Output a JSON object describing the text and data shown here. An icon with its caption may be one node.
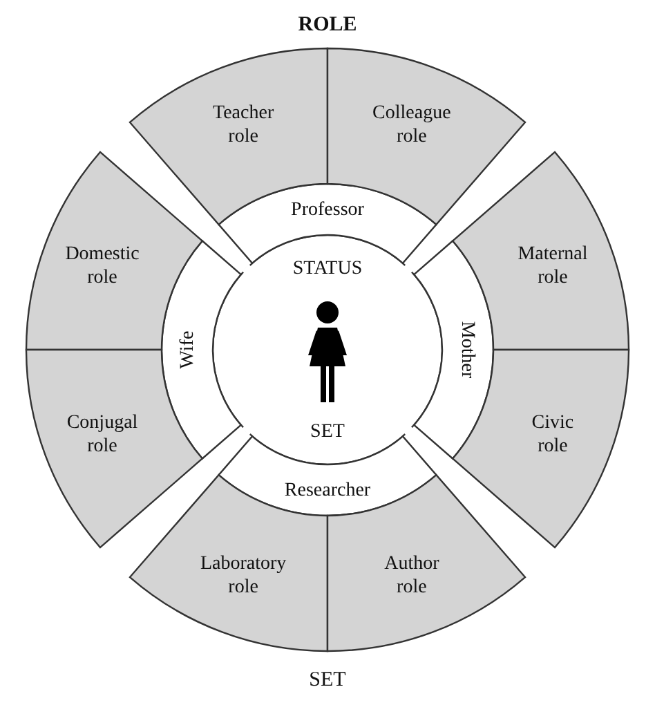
{
  "diagram": {
    "nodes": [
      {
        "text": [
          "STATUS",
          "SET"
        ]
      },
      {
        "text": [],
        "shape": "person",
        "in": 0
      },
      {
        "text": [
          "Professor"
        ]
      },
      {
        "text": [
          "Wife"
        ]
      },
      {
        "text": [
          "Mother"
        ]
      },
      {
        "text": [
          "Researcher"
        ]
      },
      {
        "text": [
          "Teacher role"
        ]
      },
      {
        "text": [
          "Colleague role"
        ]
      },
      {
        "text": [
          "Domestic role"
        ]
      },
      {
        "text": [
          "Maternal role"
        ]
      },
      {
        "text": [
          "Conjugal role"
        ]
      },
      {
        "text": [
          "Civic role"
        ]
      },
      {
        "text": [
          "Laboratory role"
        ]
      },
      {
        "text": [
          "Author role"
        ]
      }
    ],
    "edges": [],
    "labels": [
      "ROLE",
      "SET"
    ]
  }
}
